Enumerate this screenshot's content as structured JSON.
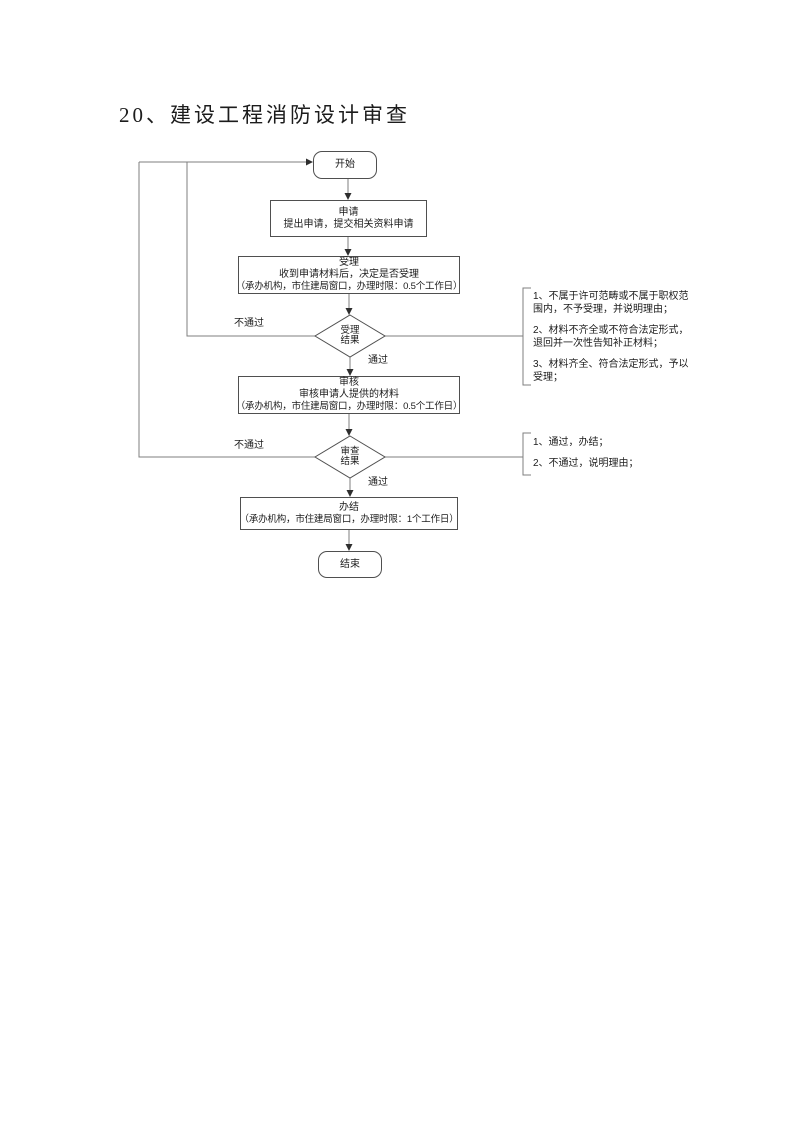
{
  "title": "20、建设工程消防设计审查",
  "flowchart": {
    "nodes": {
      "start": {
        "type": "terminator",
        "label": "开始"
      },
      "apply": {
        "type": "process",
        "title": "申请",
        "desc": "提出申请，提交相关资料申请"
      },
      "accept": {
        "type": "process",
        "title": "受理",
        "desc": "收到申请材料后，决定是否受理",
        "detail": "（承办机构，市住建局窗口，办理时限：0.5个工作日）"
      },
      "accept_result": {
        "type": "decision",
        "line1": "受理",
        "line2": "结果"
      },
      "review": {
        "type": "process",
        "title": "审核",
        "desc": "审核申请人提供的材料",
        "detail": "（承办机构，市住建局窗口，办理时限：0.5个工作日）"
      },
      "review_result": {
        "type": "decision",
        "line1": "审查",
        "line2": "结果"
      },
      "finish": {
        "type": "process",
        "title": "办结",
        "detail": "（承办机构，市住建局窗口，办理时限：1个工作日）"
      },
      "end": {
        "type": "terminator",
        "label": "结束"
      }
    },
    "edge_labels": {
      "accept_fail": "不通过",
      "accept_pass": "通过",
      "review_fail": "不通过",
      "review_pass": "通过"
    },
    "edges": [
      "开始 → 申请",
      "申请 → 受理",
      "受理 → 受理结果",
      "受理结果 —通过→ 审核",
      "受理结果 —不通过→ 开始",
      "审核 → 审查结果",
      "审查结果 —通过→ 办结",
      "审查结果 —不通过→ 开始",
      "办结 → 结束"
    ],
    "annotations": {
      "accept_note": [
        "1、不属于许可范畴或不属于职权范围内，不予受理，并说明理由；",
        "2、材料不齐全或不符合法定形式，退回并一次性告知补正材料；",
        "3、材料齐全、符合法定形式，予以受理；"
      ],
      "review_note": [
        "1、通过，办结；",
        "2、不通过，说明理由；"
      ]
    },
    "colors": {
      "line": "#7f7f7f",
      "border": "#4f4f4f",
      "arrow": "#2e2e2e",
      "text": "#1c1c1c"
    }
  }
}
